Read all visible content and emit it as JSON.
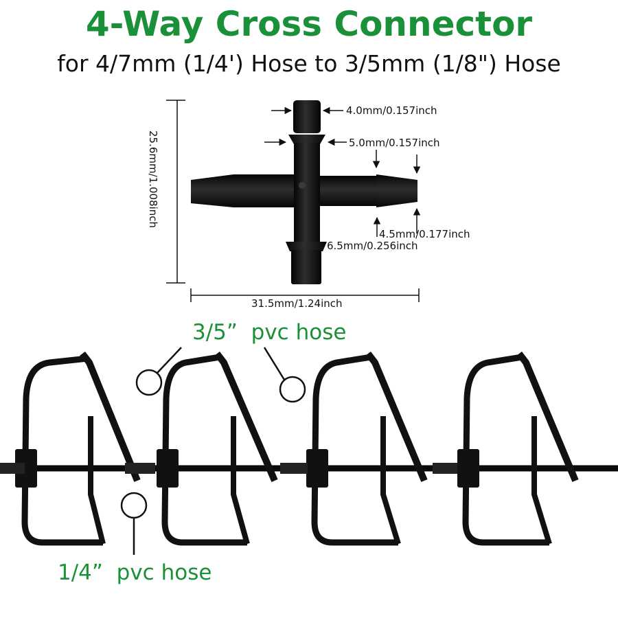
{
  "header": {
    "title": "4-Way Cross Connector",
    "subtitle": "for 4/7mm (1/4') Hose to 3/5mm (1/8\") Hose"
  },
  "dimensions": {
    "top_tube": "4.0mm/0.157inch",
    "top_barb": "5.0mm/0.157inch",
    "side_tube": "4.5mm/0.177inch",
    "bottom_barb": "6.5mm/0.256inch",
    "height": "25.6mm/1.008inch",
    "width": "31.5mm/1.24inch"
  },
  "callouts": {
    "small_hose": "3/5”  pvc hose",
    "large_hose": "1/4”  pvc hose"
  },
  "colors": {
    "title_green": "#1a9138",
    "product_black": "#111111"
  }
}
